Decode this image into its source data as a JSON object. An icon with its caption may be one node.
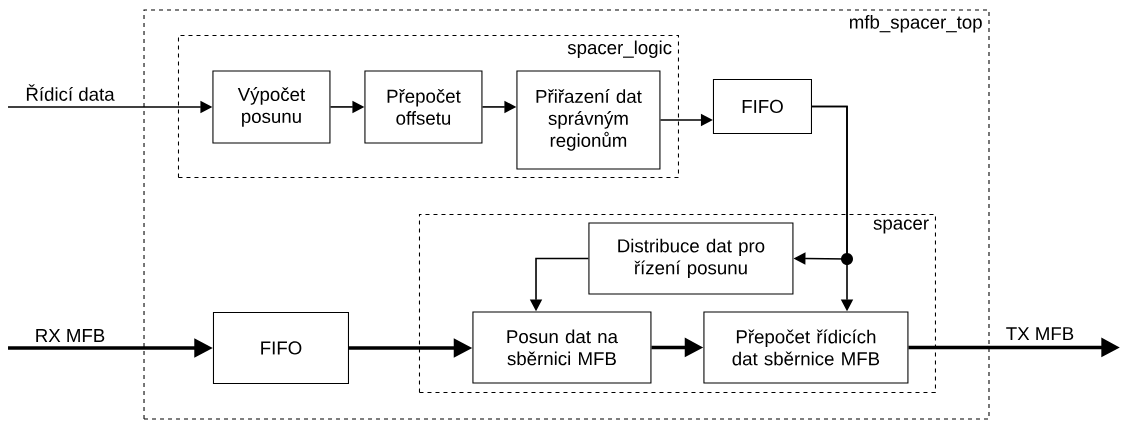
{
  "diagram": {
    "nodes": [
      {
        "text": [
          "mfb_spacer_top"
        ]
      },
      {
        "text": [
          "spacer_logic"
        ],
        "in": 0
      },
      {
        "text": [
          "Výpočet posunu"
        ],
        "in": 1
      },
      {
        "text": [
          "Přepočet offsetu"
        ],
        "in": 1
      },
      {
        "text": [
          "Přiřazení dat správným regionům"
        ],
        "in": 1
      },
      {
        "text": [
          "FIFO"
        ],
        "in": 0
      },
      {
        "text": [
          "spacer"
        ],
        "in": 0
      },
      {
        "text": [
          "Distribuce dat pro řízení posunu"
        ],
        "in": 6
      },
      {
        "text": [
          "Posun dat na sběrnici MFB"
        ],
        "in": 6
      },
      {
        "text": [
          "Přepočet řídicích dat sběrnice MFB"
        ],
        "in": 6
      },
      {
        "text": [
          "FIFO"
        ],
        "in": 0
      }
    ],
    "edges": [
      {
        "from": null,
        "to": 2,
        "arrow": "to",
        "label": "Řídicí data"
      },
      {
        "from": 2,
        "to": 3,
        "arrow": "to"
      },
      {
        "from": 3,
        "to": 4,
        "arrow": "to"
      },
      {
        "from": 4,
        "to": 5,
        "arrow": "to"
      },
      {
        "from": 5,
        "to": 7,
        "arrow": "to"
      },
      {
        "from": 5,
        "to": 9,
        "arrow": "to"
      },
      {
        "from": 7,
        "to": 8,
        "arrow": "to"
      },
      {
        "from": null,
        "to": 10,
        "arrow": "to",
        "label": "RX MFB",
        "style": "thick"
      },
      {
        "from": 10,
        "to": 8,
        "arrow": "to",
        "style": "thick"
      },
      {
        "from": 8,
        "to": 9,
        "arrow": "to",
        "style": "thick"
      },
      {
        "from": 9,
        "to": null,
        "arrow": "to",
        "label": "TX MFB",
        "style": "thick"
      }
    ]
  }
}
